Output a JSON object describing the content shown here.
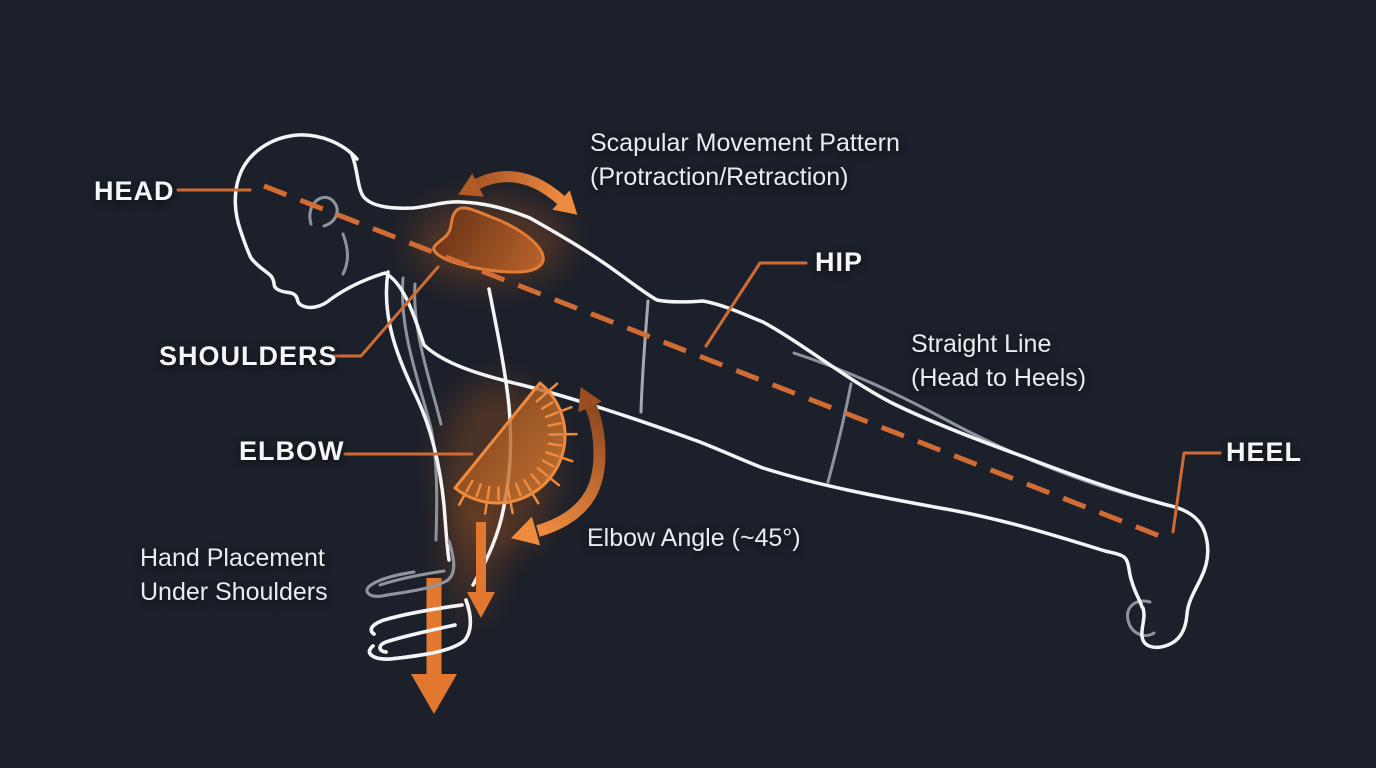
{
  "diagram": {
    "subject": "Push-up form anatomy diagram",
    "colors": {
      "background": "#1c202a",
      "body_outline": "#f3f4f6",
      "far_side_gray": "#8e949d",
      "accent_orange": "#d26c34",
      "arrow_bright_orange": "#ef8b3f"
    },
    "labels": {
      "head": "HEAD",
      "shoulders": "SHOULDERS",
      "elbow": "ELBOW",
      "hip": "HIP",
      "heel": "HEEL"
    },
    "annotations": {
      "scapular_line1": "Scapular Movement Pattern",
      "scapular_line2": "(Protraction/Retraction)",
      "straight_line1": "Straight Line",
      "straight_line2": "(Head to Heels)",
      "elbow_angle": "Elbow Angle (~45°)",
      "hand_line1": "Hand Placement",
      "hand_line2": "Under Shoulders"
    }
  }
}
